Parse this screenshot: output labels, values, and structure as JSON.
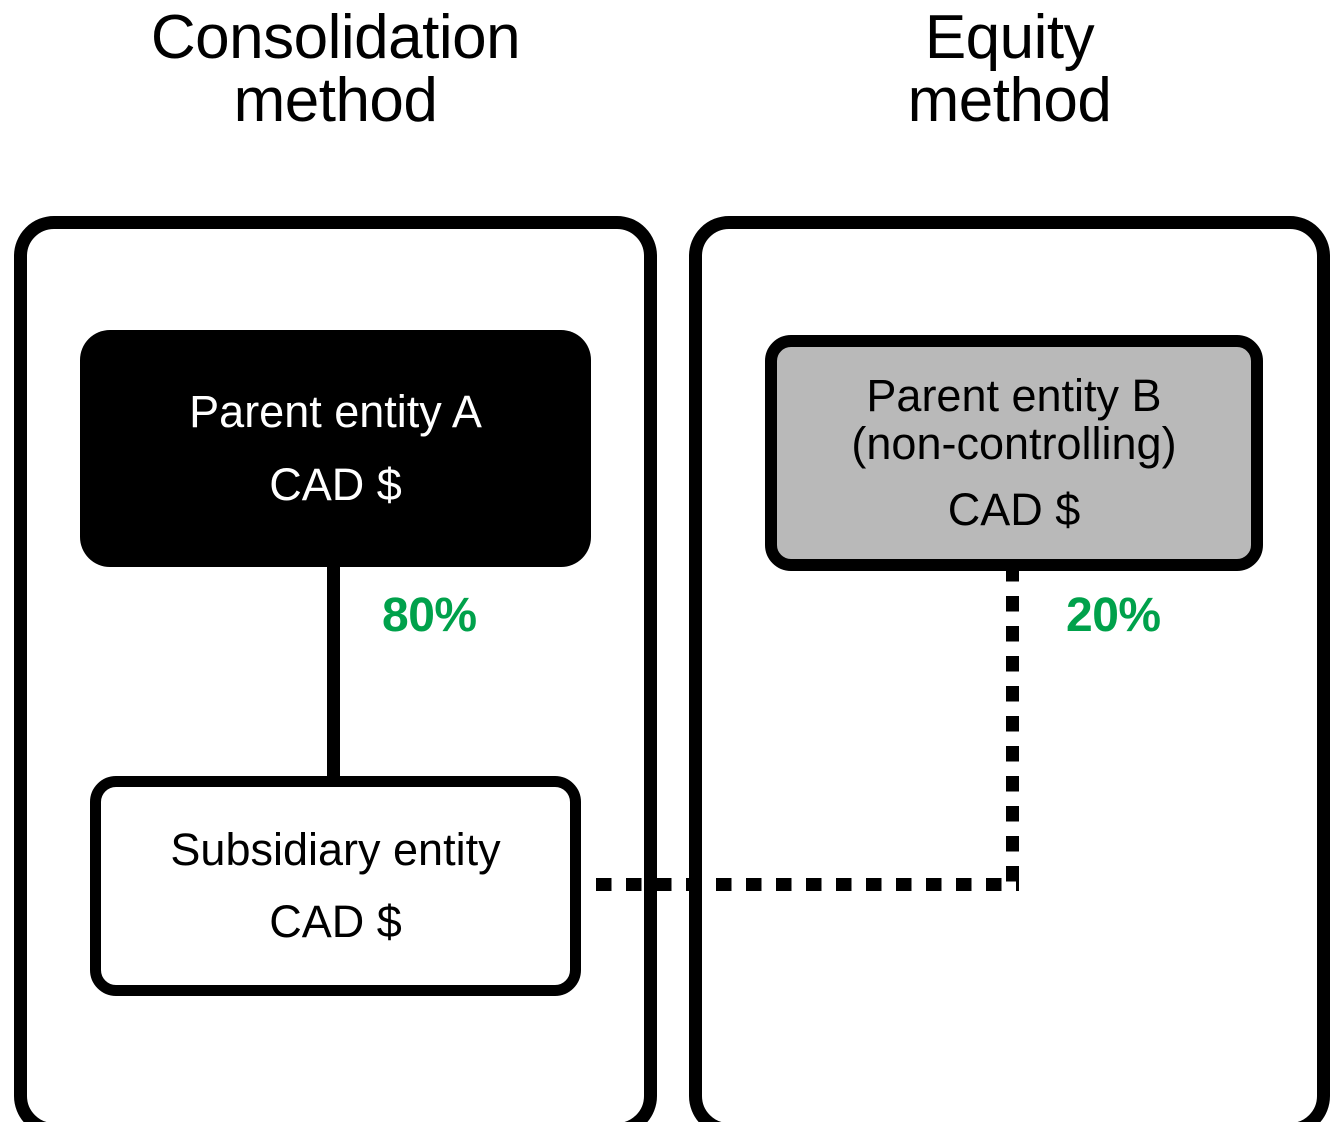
{
  "diagram": {
    "title_left": "Consolidation\nmethod",
    "title_right": "Equity\nmethod",
    "accent_green": "#00a14b",
    "panels": {
      "consolidation": {
        "title": "Consolidation\nmethod",
        "parent": {
          "name": "Parent entity A",
          "currency": "CAD $"
        },
        "subsidiary": {
          "name": "Subsidiary entity",
          "currency": "CAD $"
        },
        "ownership": "80%"
      },
      "equity": {
        "title": "Equity\nmethod",
        "parent": {
          "name": "Parent entity B",
          "qualifier": "(non-controlling)",
          "currency": "CAD $"
        },
        "ownership": "20%"
      }
    }
  }
}
